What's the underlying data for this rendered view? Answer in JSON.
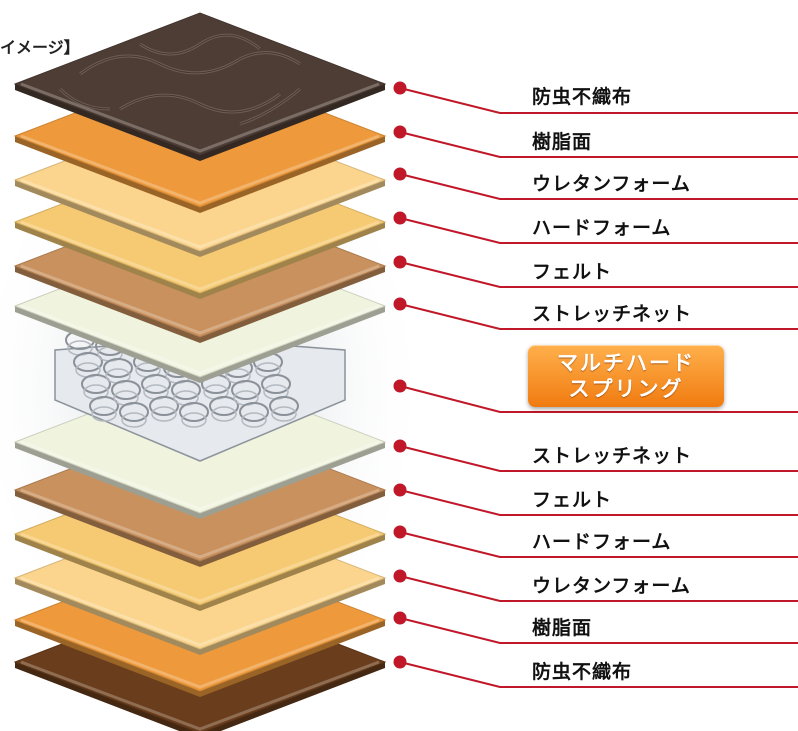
{
  "heading": "イメージ】",
  "layers": [
    {
      "label": "防虫不織布",
      "material": "quilted-nonwoven",
      "color": "#4e3d35"
    },
    {
      "label": "樹脂面",
      "material": "resin",
      "color": "#ee9a3c"
    },
    {
      "label": "ウレタンフォーム",
      "material": "urethane",
      "color": "#fbd58e"
    },
    {
      "label": "ハードフォーム",
      "material": "hardfoam",
      "color": "#f6ca72"
    },
    {
      "label": "フェルト",
      "material": "felt",
      "color": "#c9915e"
    },
    {
      "label": "ストレッチネット",
      "material": "net",
      "color": "#f0f4df"
    },
    {
      "label": "マルチハード\nスプリング",
      "material": "spring",
      "color": "#f7922a",
      "highlight": true
    },
    {
      "label": "ストレッチネット",
      "material": "net",
      "color": "#f0f4df"
    },
    {
      "label": "フェルト",
      "material": "felt",
      "color": "#c9915e"
    },
    {
      "label": "ハードフォーム",
      "material": "hardfoam",
      "color": "#f6ca72"
    },
    {
      "label": "ウレタンフォーム",
      "material": "urethane",
      "color": "#fbd58e"
    },
    {
      "label": "樹脂面",
      "material": "resin",
      "color": "#ee9a3c"
    },
    {
      "label": "防虫不織布",
      "material": "nonwoven",
      "color": "#6a3d1c"
    }
  ],
  "colors": {
    "leader": "#c01828",
    "underline": "#c01828",
    "badge": "#f7922a"
  }
}
